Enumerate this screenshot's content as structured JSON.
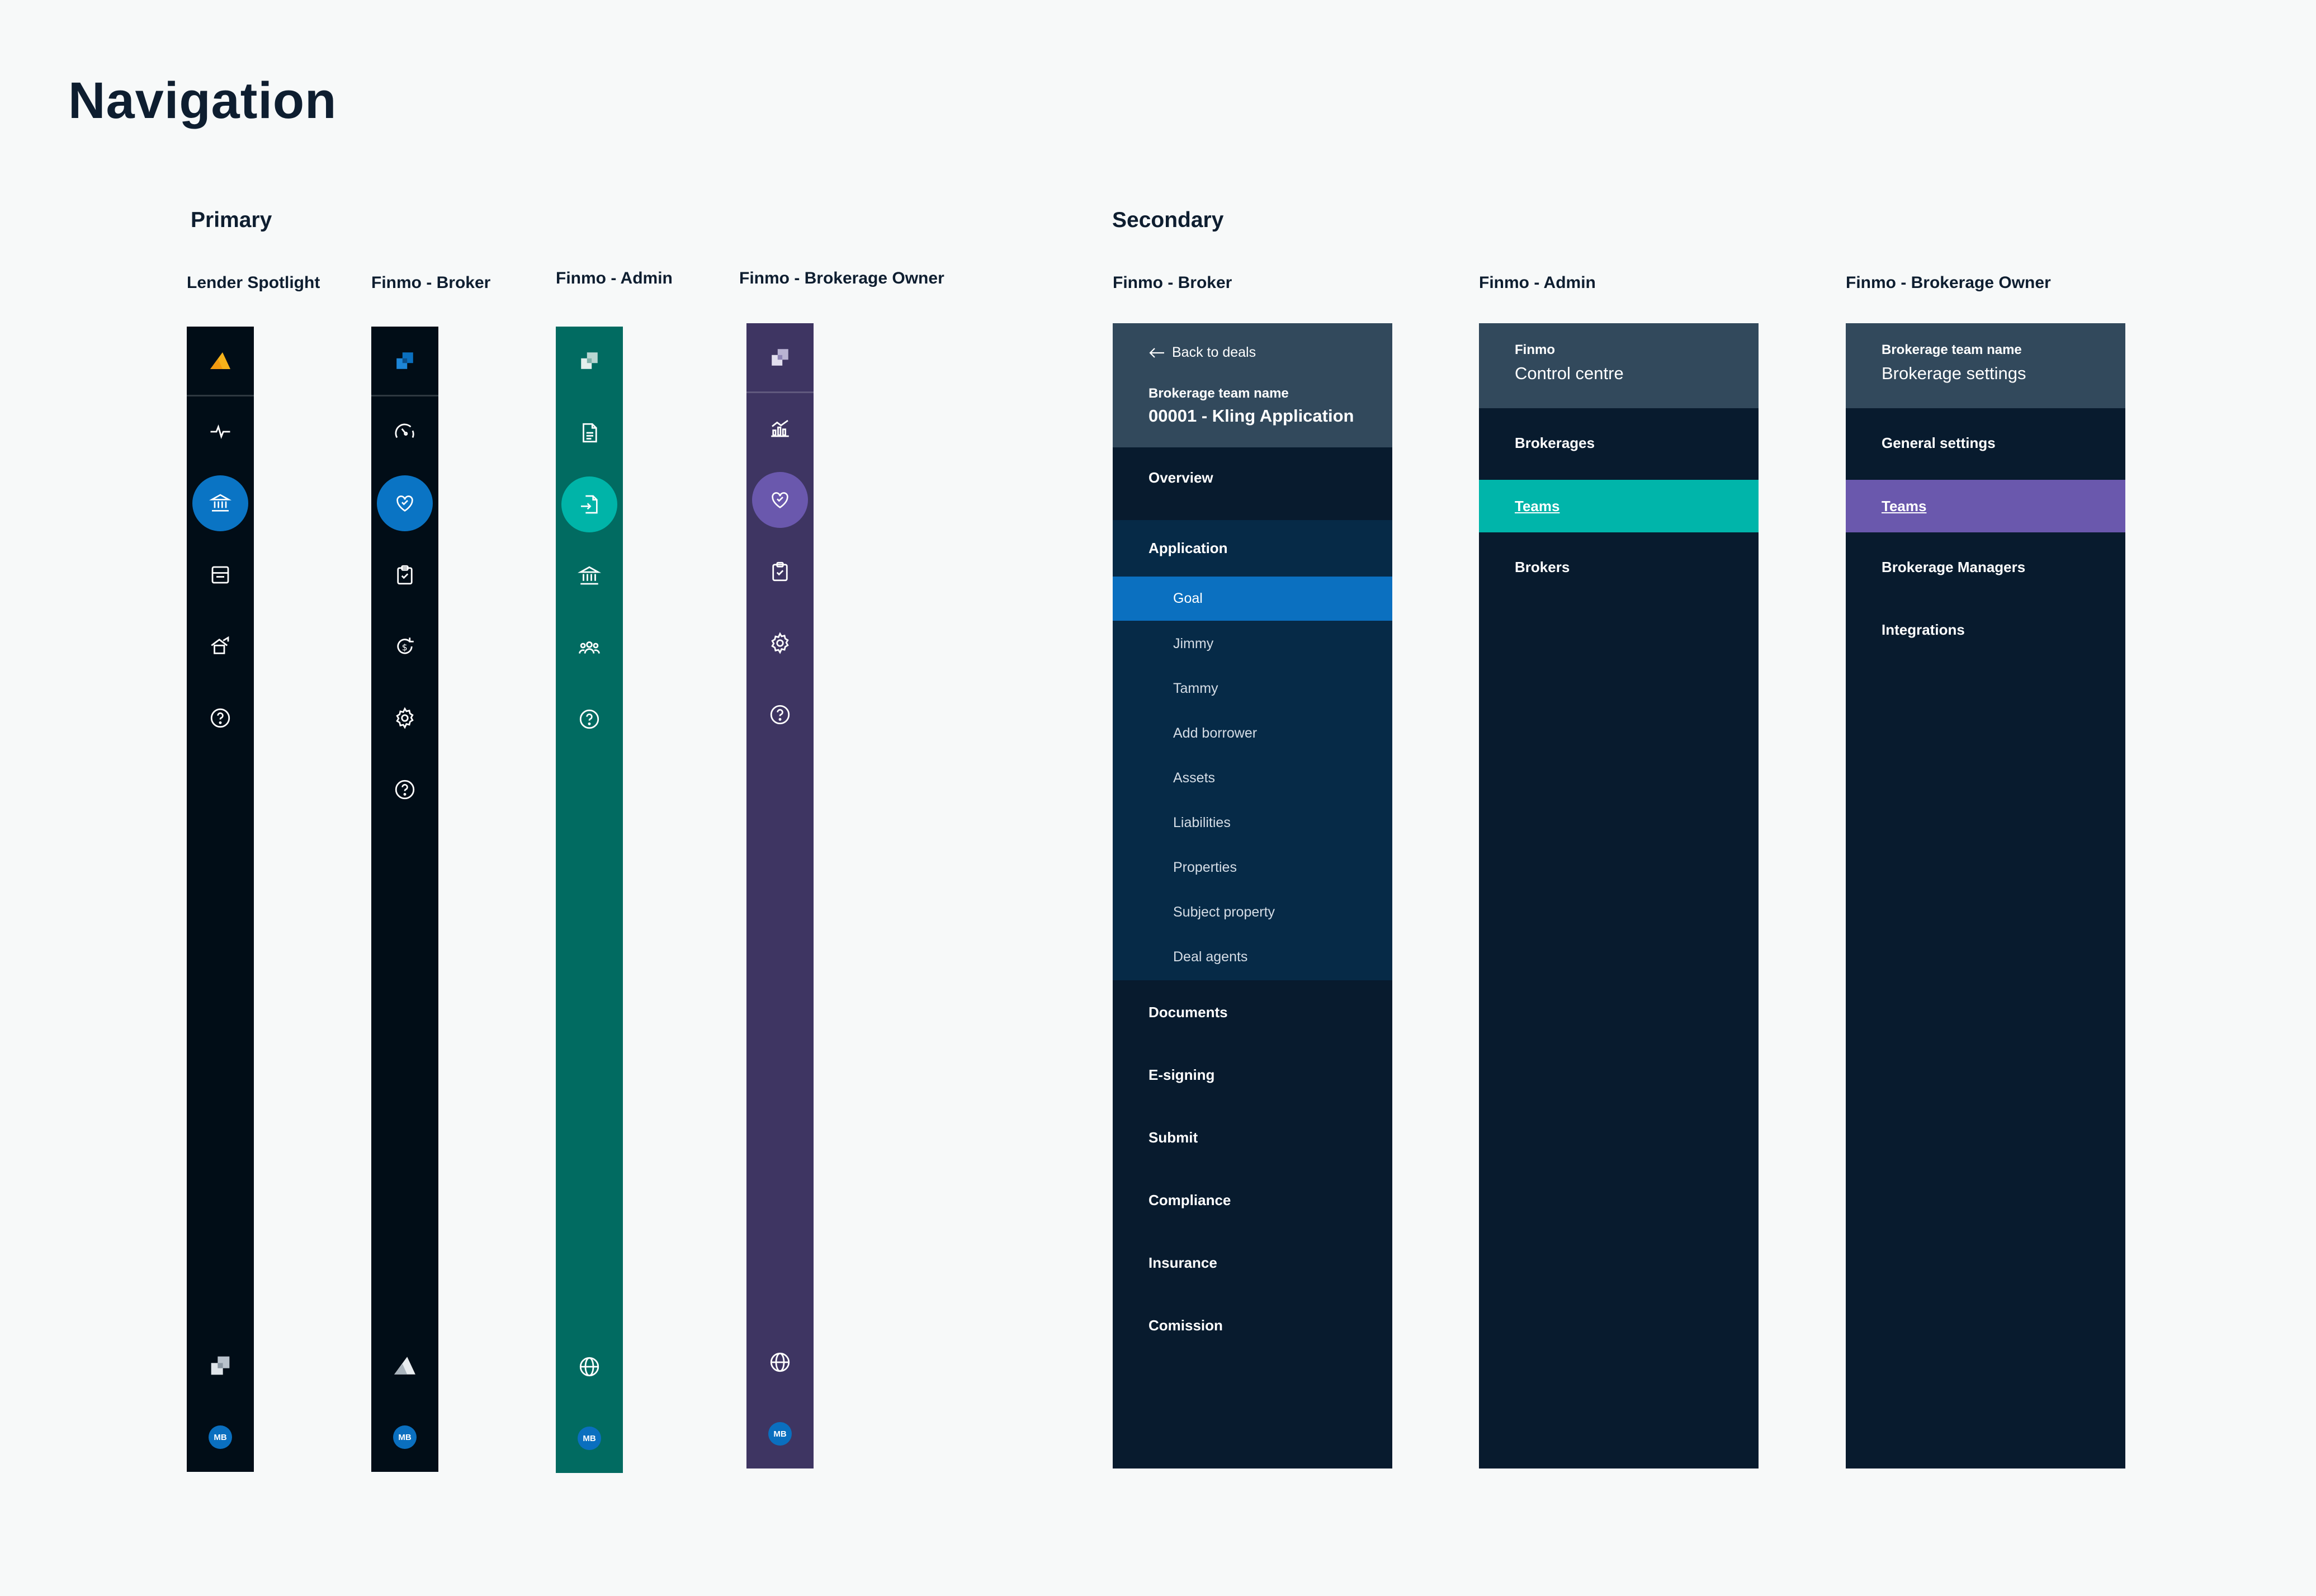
{
  "page": {
    "title": "Navigation"
  },
  "primary": {
    "heading": "Primary",
    "rails": [
      {
        "label": "Lender Spotlight",
        "bg": "#010d17",
        "active_color": "#0a74c4",
        "avatar": "MB",
        "icons": [
          "pulse-icon",
          "bank-icon",
          "document-list-icon",
          "house-growth-icon",
          "help-icon"
        ],
        "active_index": 1,
        "footer_icon": "finmo-logo-icon"
      },
      {
        "label": "Finmo - Broker",
        "bg": "#010d17",
        "active_color": "#0a74c4",
        "avatar": "MB",
        "icons": [
          "gauge-icon",
          "handshake-icon",
          "clipboard-check-icon",
          "refinance-icon",
          "gear-icon",
          "help-icon"
        ],
        "active_index": 1,
        "footer_icon": "lender-logo-icon"
      },
      {
        "label": "Finmo - Admin",
        "bg": "#016b61",
        "active_color": "#00b4a8",
        "avatar": "MB",
        "icons": [
          "document-icon",
          "file-import-icon",
          "bank-icon",
          "team-icon",
          "help-icon"
        ],
        "active_index": 1,
        "footer_icon": "globe-icon"
      },
      {
        "label": "Finmo - Brokerage Owner",
        "bg": "#3e3562",
        "active_color": "#6a58ad",
        "avatar": "MB",
        "icons": [
          "chart-icon",
          "handshake-icon",
          "clipboard-check-icon",
          "gear-icon",
          "help-icon"
        ],
        "active_index": 1,
        "footer_icon": "globe-icon"
      }
    ]
  },
  "secondary": {
    "heading": "Secondary",
    "broker": {
      "label": "Finmo - Broker",
      "back": "Back to deals",
      "team_caption": "Brokerage team name",
      "title": "00001 - Kling Application",
      "overview": "Overview",
      "application": "Application",
      "sub_items": [
        "Goal",
        "Jimmy",
        "Tammy",
        "Add borrower",
        "Assets",
        "Liabilities",
        "Properties",
        "Subject property",
        "Deal agents"
      ],
      "active_sub": "Goal",
      "items": [
        "Documents",
        "E-signing",
        "Submit",
        "Compliance",
        "Insurance",
        "Comission"
      ],
      "colors": {
        "active": "#0b70c0",
        "group_bg": "#062a47"
      }
    },
    "admin": {
      "label": "Finmo - Admin",
      "caption": "Finmo",
      "title": "Control centre",
      "items": [
        "Brokerages",
        "Teams",
        "Brokers"
      ],
      "active": "Teams",
      "colors": {
        "active": "#00b5aa"
      }
    },
    "owner": {
      "label": "Finmo - Brokerage Owner",
      "caption": "Brokerage team name",
      "title": "Brokerage settings",
      "items": [
        "General settings",
        "Teams",
        "Brokerage Managers",
        "Integrations"
      ],
      "active": "Teams",
      "colors": {
        "active": "#6a58ad"
      }
    }
  }
}
